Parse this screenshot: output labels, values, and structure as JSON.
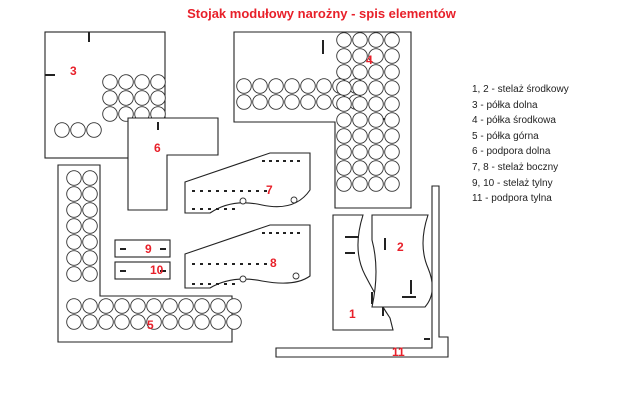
{
  "title": "Stojak modułowy narożny - spis elementów",
  "labels": {
    "p1": "1",
    "p2": "2",
    "p3": "3",
    "p4": "4",
    "p5": "5",
    "p6": "6",
    "p7": "7",
    "p8": "8",
    "p9": "9",
    "p10": "10",
    "p11": "11"
  },
  "legend": [
    "1, 2 - stelaż środkowy",
    "3 - półka dolna",
    "4 - półka środkowa",
    "5 - półka górna",
    "6 - podpora dolna",
    "7, 8 - stelaż boczny",
    "9, 10 - stelaż tylny",
    "11 - podpora tylna"
  ],
  "colors": {
    "label": "#e8202a",
    "outline": "#222222"
  }
}
